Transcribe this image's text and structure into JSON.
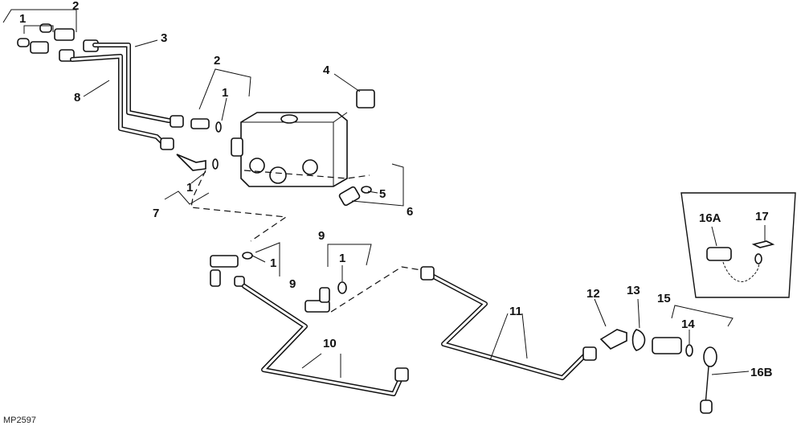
{
  "callouts": [
    "1",
    "2",
    "3",
    "4",
    "5",
    "6",
    "7",
    "8",
    "9",
    "10",
    "11",
    "12",
    "13",
    "14",
    "15",
    "16A",
    "16B",
    "17"
  ],
  "figure_id": "MP2597",
  "labels": {
    "n1": "1",
    "n2": "2",
    "n3": "3",
    "n4": "4",
    "n5": "5",
    "n6": "6",
    "n7": "7",
    "n8": "8",
    "n9": "9",
    "n10": "10",
    "n11": "11",
    "n12": "12",
    "n13": "13",
    "n14": "14",
    "n15": "15",
    "n16a": "16A",
    "n16b": "16B",
    "n17": "17"
  }
}
